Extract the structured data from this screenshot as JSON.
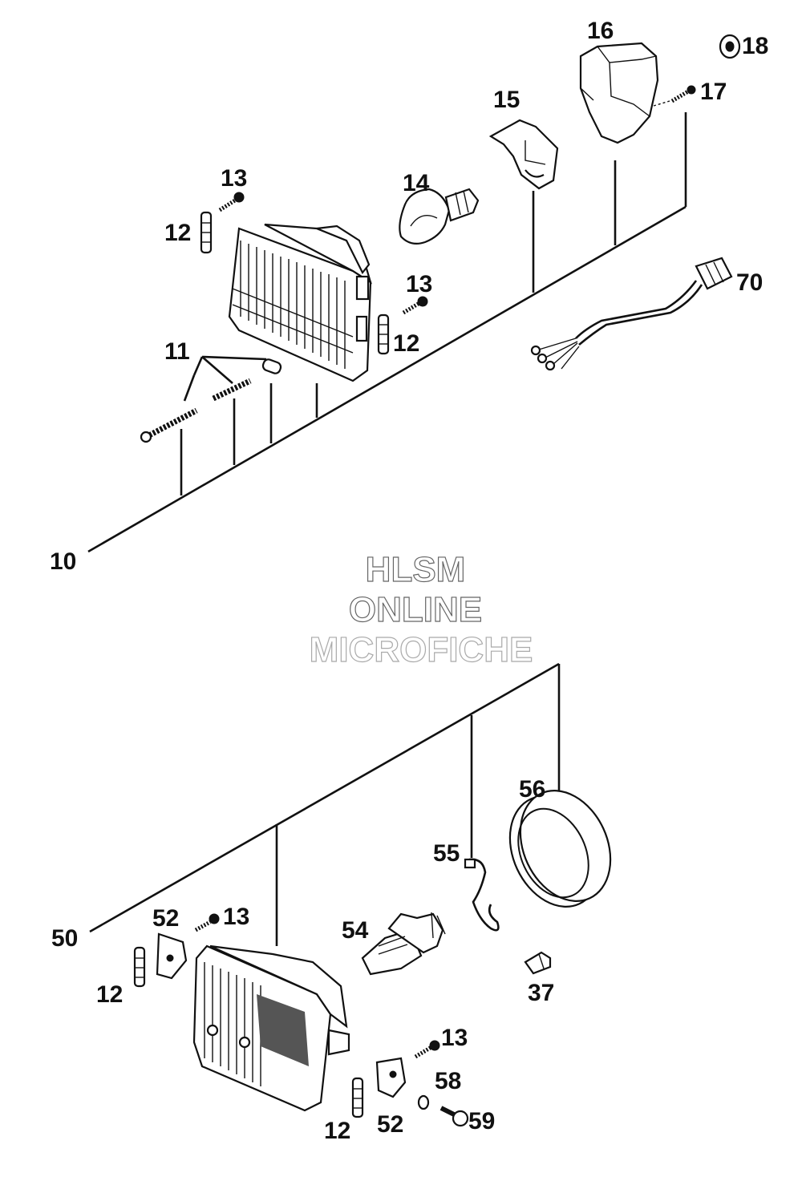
{
  "watermark": {
    "line1": "HLSM",
    "line2": "ONLINE",
    "line3": "MICROFICHE"
  },
  "labels": {
    "p10": "10",
    "p11": "11",
    "p12a": "12",
    "p12b": "12",
    "p12c": "12",
    "p12d": "12",
    "p13a": "13",
    "p13b": "13",
    "p13c": "13",
    "p13d": "13",
    "p14": "14",
    "p15": "15",
    "p16": "16",
    "p17": "17",
    "p18": "18",
    "p70": "70",
    "p50": "50",
    "p52a": "52",
    "p52b": "52",
    "p54": "54",
    "p55": "55",
    "p56": "56",
    "p37": "37",
    "p58": "58",
    "p59": "59"
  }
}
